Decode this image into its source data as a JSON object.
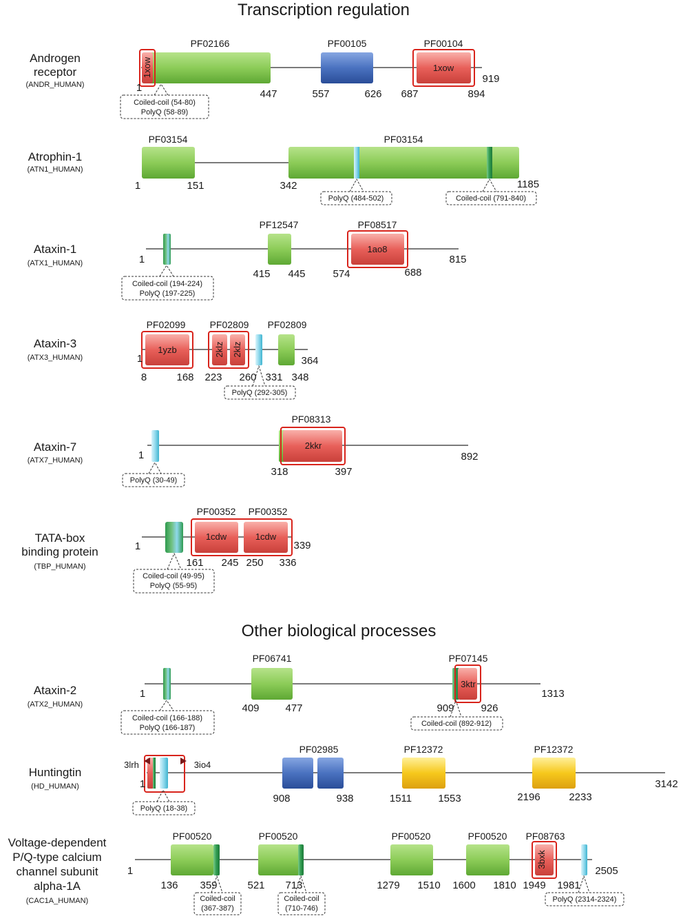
{
  "sections": {
    "transcription": "Transcription regulation",
    "other": "Other biological processes"
  },
  "proteins": {
    "andr": {
      "name": [
        "Androgen",
        "receptor"
      ],
      "id": "(ANDR_HUMAN)",
      "pfam": [
        "PF02166",
        "PF00105",
        "PF00104"
      ],
      "pdb": [
        "1xow",
        "1xow"
      ],
      "numbers": [
        "1",
        "447",
        "557",
        "626",
        "687",
        "894",
        "919"
      ],
      "callouts": [
        [
          "Coiled-coil (54-80)",
          "PolyQ (58-89)"
        ]
      ]
    },
    "atn1": {
      "name": [
        "Atrophin-1"
      ],
      "id": "(ATN1_HUMAN)",
      "pfam": [
        "PF03154",
        "PF03154"
      ],
      "numbers": [
        "1",
        "151",
        "342",
        "1185"
      ],
      "callouts": [
        [
          "PolyQ (484-502)"
        ],
        [
          "Coiled-coil (791-840)"
        ]
      ]
    },
    "atx1": {
      "name": [
        "Ataxin-1"
      ],
      "id": "(ATX1_HUMAN)",
      "pfam": [
        "PF12547",
        "PF08517"
      ],
      "pdb": [
        "1ao8"
      ],
      "numbers": [
        "1",
        "415",
        "445",
        "574",
        "688",
        "815"
      ],
      "callouts": [
        [
          "Coiled-coil (194-224)",
          "PolyQ (197-225)"
        ]
      ]
    },
    "atx3": {
      "name": [
        "Ataxin-3"
      ],
      "id": "(ATX3_HUMAN)",
      "pfam": [
        "PF02099",
        "PF02809",
        "PF02809"
      ],
      "pdb": [
        "1yzb",
        "2klz",
        "2klz"
      ],
      "numbers": [
        "1",
        "8",
        "168",
        "223",
        "260",
        "331",
        "348",
        "364"
      ],
      "callouts": [
        [
          "PolyQ (292-305)"
        ]
      ]
    },
    "atx7": {
      "name": [
        "Ataxin-7"
      ],
      "id": "(ATX7_HUMAN)",
      "pfam": [
        "PF08313"
      ],
      "pdb": [
        "2kkr"
      ],
      "numbers": [
        "1",
        "318",
        "397",
        "892"
      ],
      "callouts": [
        [
          "PolyQ (30-49)"
        ]
      ]
    },
    "tbp": {
      "name": [
        "TATA-box",
        "binding protein"
      ],
      "id": "(TBP_HUMAN)",
      "pfam": [
        "PF00352",
        "PF00352"
      ],
      "pdb": [
        "1cdw",
        "1cdw"
      ],
      "numbers": [
        "1",
        "161",
        "245",
        "250",
        "336",
        "339"
      ],
      "callouts": [
        [
          "Coiled-coil (49-95)",
          "PolyQ (55-95)"
        ]
      ]
    },
    "atx2": {
      "name": [
        "Ataxin-2"
      ],
      "id": "(ATX2_HUMAN)",
      "pfam": [
        "PF06741",
        "PF07145"
      ],
      "pdb": [
        "3ktr"
      ],
      "numbers": [
        "1",
        "409",
        "477",
        "909",
        "926",
        "1313"
      ],
      "callouts": [
        [
          "Coiled-coil (166-188)",
          "PolyQ (166-187)"
        ],
        [
          "Coiled-coil (892-912)"
        ]
      ]
    },
    "hd": {
      "name": [
        "Huntingtin"
      ],
      "id": "(HD_HUMAN)",
      "pfam": [
        "PF02985",
        "PF12372",
        "PF12372"
      ],
      "pdb_side": [
        "3lrh",
        "3io4"
      ],
      "numbers": [
        "1",
        "908",
        "938",
        "1511",
        "1553",
        "2196",
        "2233",
        "3142"
      ],
      "callouts": [
        [
          "PolyQ (18-38)"
        ]
      ]
    },
    "cac1a": {
      "name": [
        "Voltage-dependent",
        "P/Q-type calcium",
        "channel subunit",
        "alpha-1A"
      ],
      "id": "(CAC1A_HUMAN)",
      "pfam": [
        "PF00520",
        "PF00520",
        "PF00520",
        "PF00520",
        "PF08763"
      ],
      "pdb": [
        "3bxk"
      ],
      "numbers": [
        "1",
        "136",
        "359",
        "521",
        "713",
        "1279",
        "1510",
        "1600",
        "1810",
        "1949",
        "1981",
        "2505"
      ],
      "callouts": [
        [
          "Coiled-coil",
          "(367-387)"
        ],
        [
          "Coiled-coil",
          "(710-746)"
        ],
        [
          "PolyQ (2314-2324)"
        ]
      ]
    }
  },
  "colors": {
    "pfam_green": "#8ccc58",
    "pfam_blue": "#4a72c0",
    "pfam_yellow": "#f6c81c",
    "pdb_red": "#e8605a",
    "pdb_frame": "#d8231b",
    "coiled_coil": "#2e9a4e",
    "polyq": "#8fd8ec",
    "backbone": "#7a7a7a"
  }
}
